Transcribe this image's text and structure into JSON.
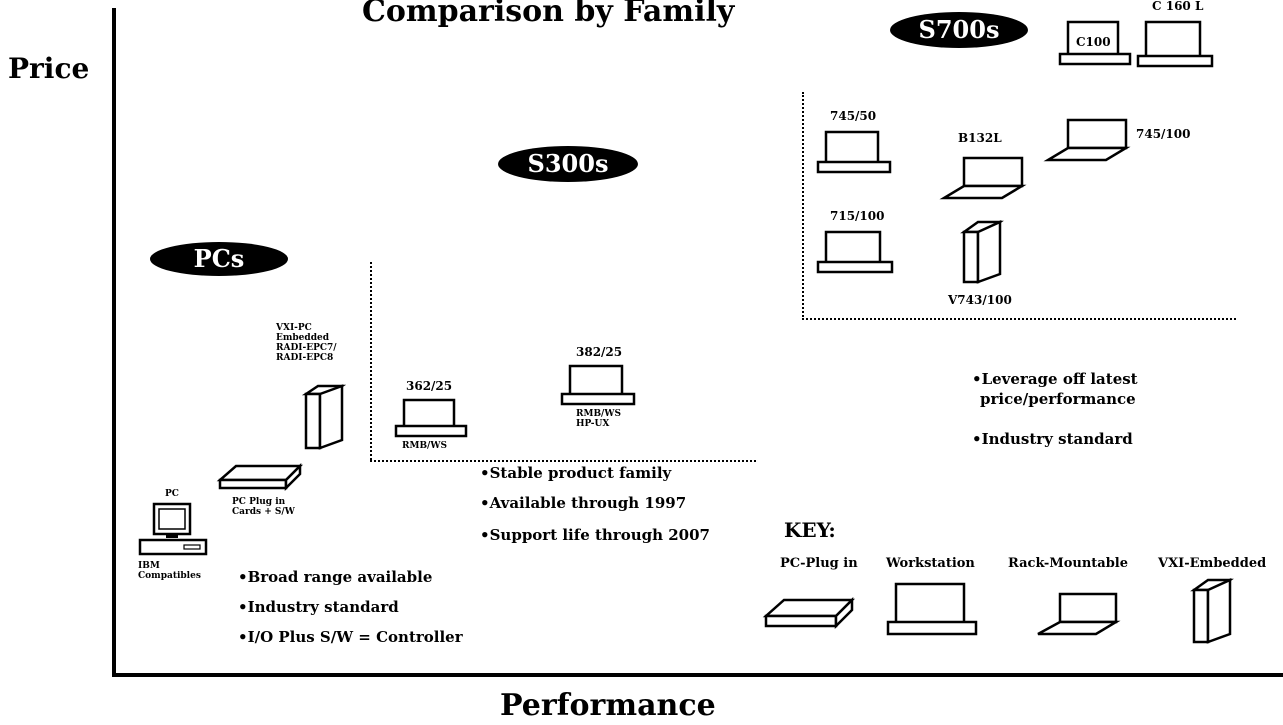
{
  "title": "Comparison by Family",
  "axes": {
    "y_label": "Price",
    "x_label": "Performance"
  },
  "families": {
    "pcs": {
      "name": "PCs",
      "bullets": [
        "•Broad range available",
        "•Industry standard",
        "•I/O Plus S/W = Controller"
      ],
      "products": {
        "pc_top": "PC",
        "pc_bottom_1": "IBM",
        "pc_bottom_2": "Compatibles",
        "plugin_1": "PC Plug in",
        "plugin_2": "Cards + S/W",
        "vxi_1": "VXI-PC",
        "vxi_2": "Embedded",
        "vxi_3": "RADI-EPC7/",
        "vxi_4": "RADI-EPC8"
      }
    },
    "s300s": {
      "name": "S300s",
      "bullets": [
        "•Stable product family",
        "•Available through 1997",
        "•Support life through 2007"
      ],
      "products": {
        "m362": "362/25",
        "m362_sub": "RMB/WS",
        "m382": "382/25",
        "m382_sub1": "RMB/WS",
        "m382_sub2": "HP-UX"
      }
    },
    "s700s": {
      "name": "S700s",
      "bullets": [
        "•Leverage off latest",
        "price/performance",
        "•Industry standard"
      ],
      "products": {
        "c100": "C100",
        "c160l": "C 160 L",
        "m745_50": "745/50",
        "b132l": "B132L",
        "m745_100": "745/100",
        "m715_100": "715/100",
        "v743_100": "V743/100"
      }
    }
  },
  "key": {
    "heading": "KEY:",
    "items": [
      "PC-Plug in",
      "Workstation",
      "Rack-Mountable",
      "VXI-Embedded"
    ]
  }
}
